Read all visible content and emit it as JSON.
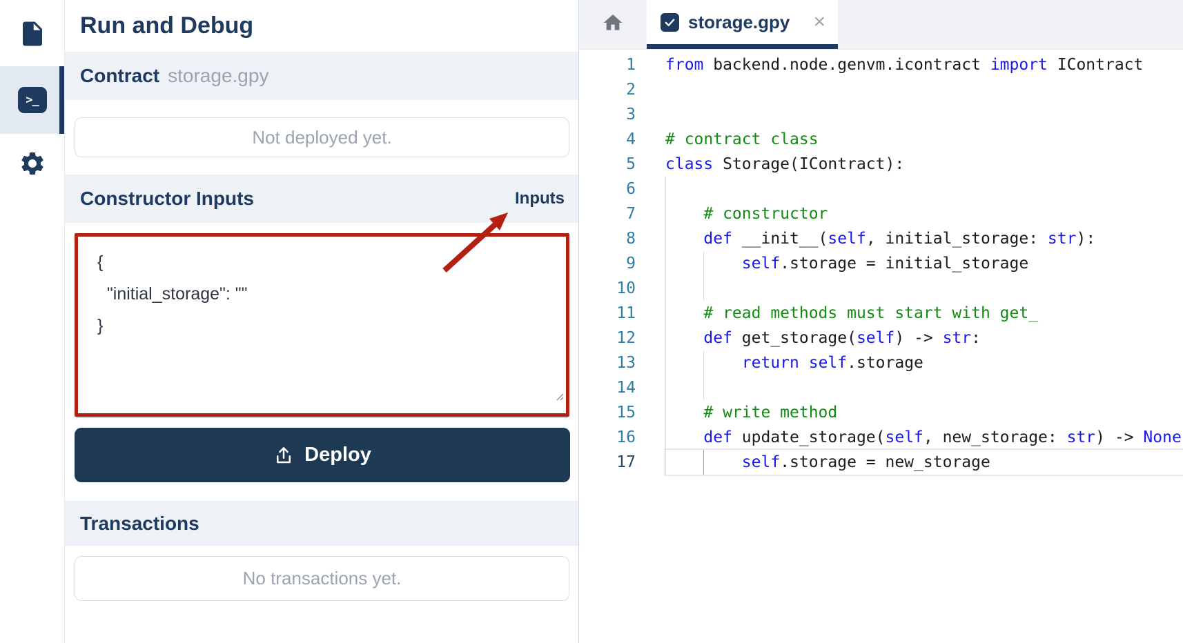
{
  "sidebar": {
    "items": [
      {
        "icon": "file-icon",
        "active": false
      },
      {
        "icon": "terminal-icon",
        "active": true,
        "glyph": ">_"
      },
      {
        "icon": "gear-icon",
        "active": false
      }
    ]
  },
  "panel": {
    "title": "Run and Debug",
    "contract": {
      "label": "Contract",
      "filename": "storage.gpy"
    },
    "deployment_status": "Not deployed yet.",
    "constructor": {
      "label": "Constructor Inputs",
      "badge": "Inputs"
    },
    "inputs_json_lines": [
      "{",
      "  \"initial_storage\": \"\"",
      "}"
    ],
    "deploy_button": "Deploy",
    "transactions": {
      "label": "Transactions",
      "empty": "No transactions yet."
    }
  },
  "editor": {
    "tab": {
      "name": "storage.gpy",
      "close": "×"
    },
    "lines": [
      {
        "n": 1,
        "guides": [],
        "active": false,
        "segs": [
          [
            "k",
            "from"
          ],
          [
            "p",
            " backend.node.genvm.icontract "
          ],
          [
            "k",
            "import"
          ],
          [
            "p",
            " IContract"
          ]
        ]
      },
      {
        "n": 2,
        "guides": [],
        "active": false,
        "segs": []
      },
      {
        "n": 3,
        "guides": [],
        "active": false,
        "segs": []
      },
      {
        "n": 4,
        "guides": [],
        "active": false,
        "segs": [
          [
            "c",
            "# contract class"
          ]
        ]
      },
      {
        "n": 5,
        "guides": [],
        "active": false,
        "segs": [
          [
            "k",
            "class"
          ],
          [
            "p",
            " Storage(IContract):"
          ]
        ]
      },
      {
        "n": 6,
        "guides": [
          0
        ],
        "active": false,
        "segs": []
      },
      {
        "n": 7,
        "guides": [
          0
        ],
        "active": false,
        "segs": [
          [
            "c",
            "    # constructor"
          ]
        ]
      },
      {
        "n": 8,
        "guides": [
          0
        ],
        "active": false,
        "segs": [
          [
            "k",
            "    def"
          ],
          [
            "p",
            " __init__("
          ],
          [
            "k",
            "self"
          ],
          [
            "p",
            ", initial_storage: "
          ],
          [
            "k",
            "str"
          ],
          [
            "p",
            "):"
          ]
        ]
      },
      {
        "n": 9,
        "guides": [
          0,
          1
        ],
        "active": false,
        "segs": [
          [
            "p",
            "        "
          ],
          [
            "k",
            "self"
          ],
          [
            "p",
            ".storage = initial_storage"
          ]
        ]
      },
      {
        "n": 10,
        "guides": [
          0,
          1
        ],
        "active": false,
        "segs": []
      },
      {
        "n": 11,
        "guides": [
          0
        ],
        "active": false,
        "segs": [
          [
            "c",
            "    # read methods must start with get_"
          ]
        ]
      },
      {
        "n": 12,
        "guides": [
          0
        ],
        "active": false,
        "segs": [
          [
            "k",
            "    def"
          ],
          [
            "p",
            " get_storage("
          ],
          [
            "k",
            "self"
          ],
          [
            "p",
            ") -> "
          ],
          [
            "k",
            "str"
          ],
          [
            "p",
            ":"
          ]
        ]
      },
      {
        "n": 13,
        "guides": [
          0,
          1
        ],
        "active": false,
        "segs": [
          [
            "p",
            "        "
          ],
          [
            "k",
            "return"
          ],
          [
            "p",
            " "
          ],
          [
            "k",
            "self"
          ],
          [
            "p",
            ".storage"
          ]
        ]
      },
      {
        "n": 14,
        "guides": [
          0,
          1
        ],
        "active": false,
        "segs": []
      },
      {
        "n": 15,
        "guides": [
          0
        ],
        "active": false,
        "segs": [
          [
            "c",
            "    # write method"
          ]
        ]
      },
      {
        "n": 16,
        "guides": [
          0
        ],
        "active": false,
        "segs": [
          [
            "k",
            "    def"
          ],
          [
            "p",
            " update_storage("
          ],
          [
            "k",
            "self"
          ],
          [
            "p",
            ", new_storage: "
          ],
          [
            "k",
            "str"
          ],
          [
            "p",
            ") -> "
          ],
          [
            "k",
            "None"
          ],
          [
            "p",
            ":"
          ]
        ]
      },
      {
        "n": 17,
        "guides": [
          0,
          1
        ],
        "active": true,
        "segs": [
          [
            "p",
            "        "
          ],
          [
            "k",
            "self"
          ],
          [
            "p",
            ".storage = new_storage"
          ]
        ]
      }
    ]
  },
  "colors": {
    "navy": "#1e3a5f",
    "button_navy": "#1d3a52",
    "annotation_red": "#b22012",
    "keyword_blue": "#1a1aee",
    "comment_green": "#118c11",
    "line_number_teal": "#2e7fa3",
    "muted_gray": "#9aa3b0",
    "header_bar_bg": "#eef1f5",
    "tabbar_bg": "#f0f2f5",
    "sidebar_active_bg": "#e3e9f1"
  }
}
